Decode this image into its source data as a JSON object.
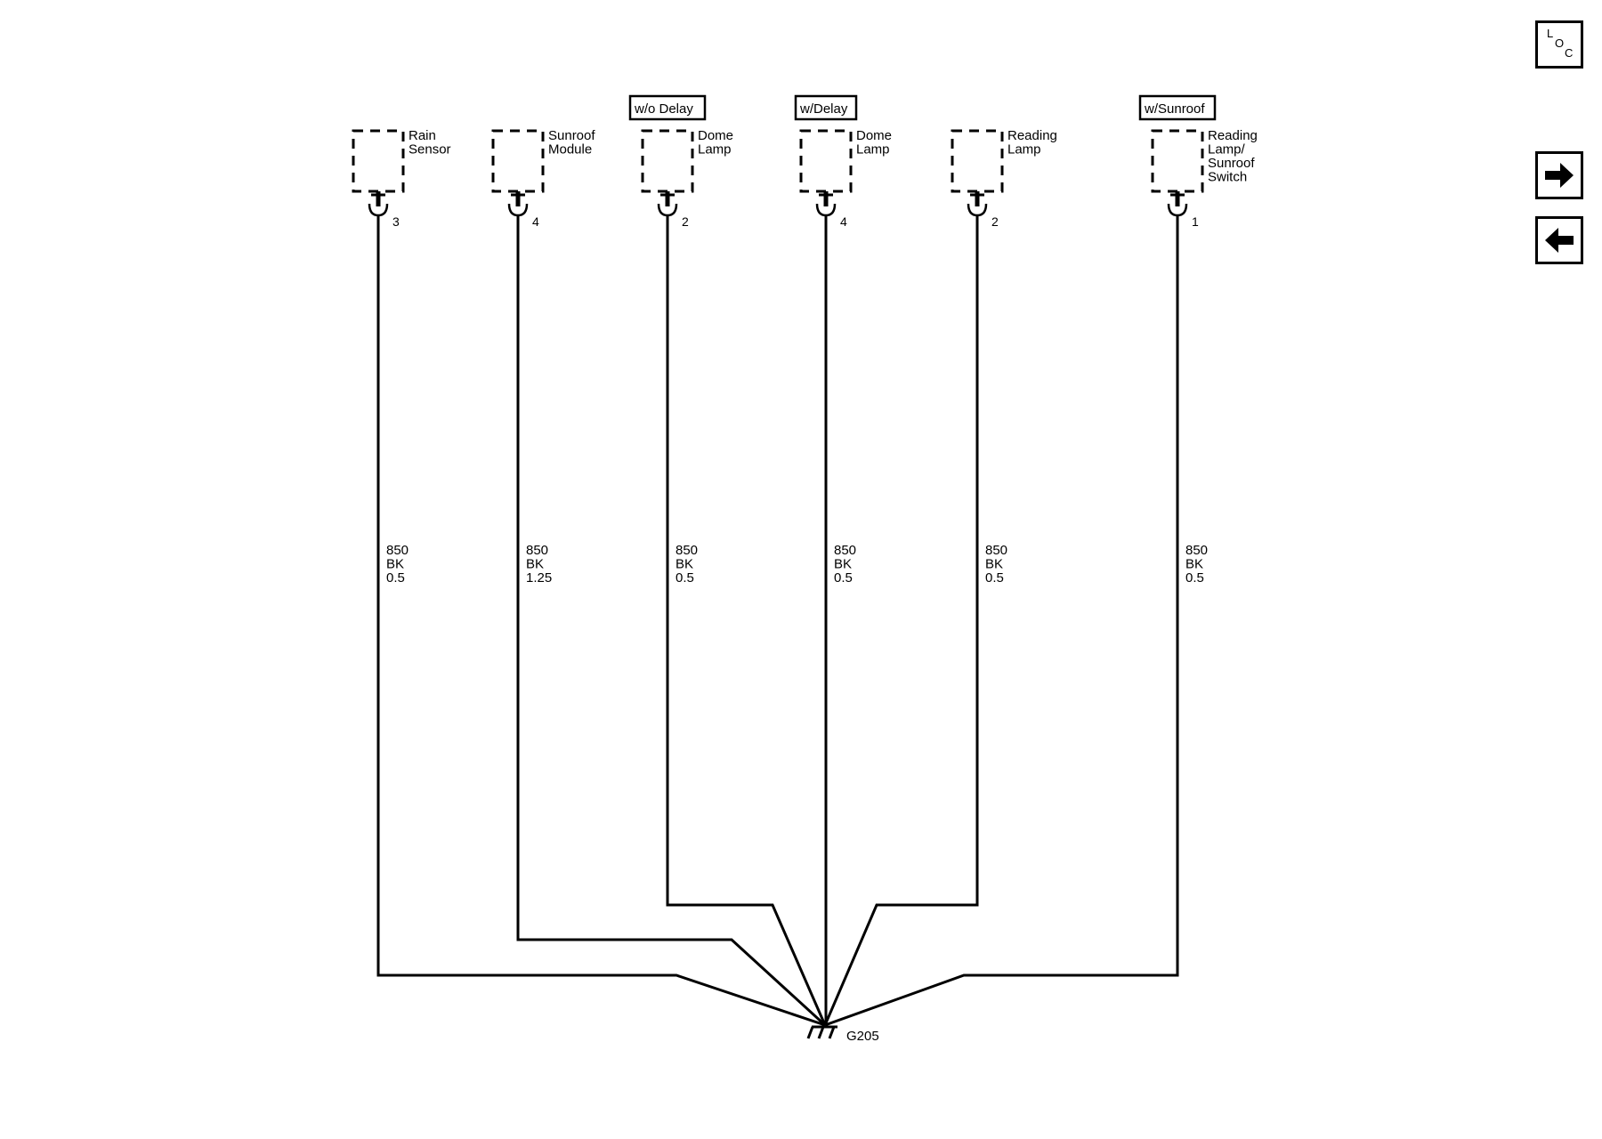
{
  "components": [
    {
      "name": "Rain Sensor",
      "lines": [
        "Rain",
        "Sensor"
      ],
      "option": "",
      "pin": "3",
      "wire": {
        "circuit": "850",
        "color": "BK",
        "size": "0.5"
      }
    },
    {
      "name": "Sunroof Module",
      "lines": [
        "Sunroof",
        "Module"
      ],
      "option": "",
      "pin": "4",
      "wire": {
        "circuit": "850",
        "color": "BK",
        "size": "1.25"
      }
    },
    {
      "name": "Dome Lamp",
      "lines": [
        "Dome",
        "Lamp"
      ],
      "option": "w/o Delay",
      "pin": "2",
      "wire": {
        "circuit": "850",
        "color": "BK",
        "size": "0.5"
      }
    },
    {
      "name": "Dome Lamp",
      "lines": [
        "Dome",
        "Lamp"
      ],
      "option": "w/Delay",
      "pin": "4",
      "wire": {
        "circuit": "850",
        "color": "BK",
        "size": "0.5"
      }
    },
    {
      "name": "Reading Lamp",
      "lines": [
        "Reading",
        "Lamp"
      ],
      "option": "",
      "pin": "2",
      "wire": {
        "circuit": "850",
        "color": "BK",
        "size": "0.5"
      }
    },
    {
      "name": "Reading Lamp/Sunroof Switch",
      "lines": [
        "Reading",
        "Lamp/",
        "Sunroof",
        "Switch"
      ],
      "option": "w/Sunroof",
      "pin": "1",
      "wire": {
        "circuit": "850",
        "color": "BK",
        "size": "0.5"
      }
    }
  ],
  "ground": {
    "label": "G205"
  },
  "nav": {
    "loc": {
      "letters": [
        "L",
        "O",
        "C"
      ]
    },
    "forward": {
      "icon": "arrow-right-icon"
    },
    "back": {
      "icon": "arrow-left-icon"
    }
  }
}
